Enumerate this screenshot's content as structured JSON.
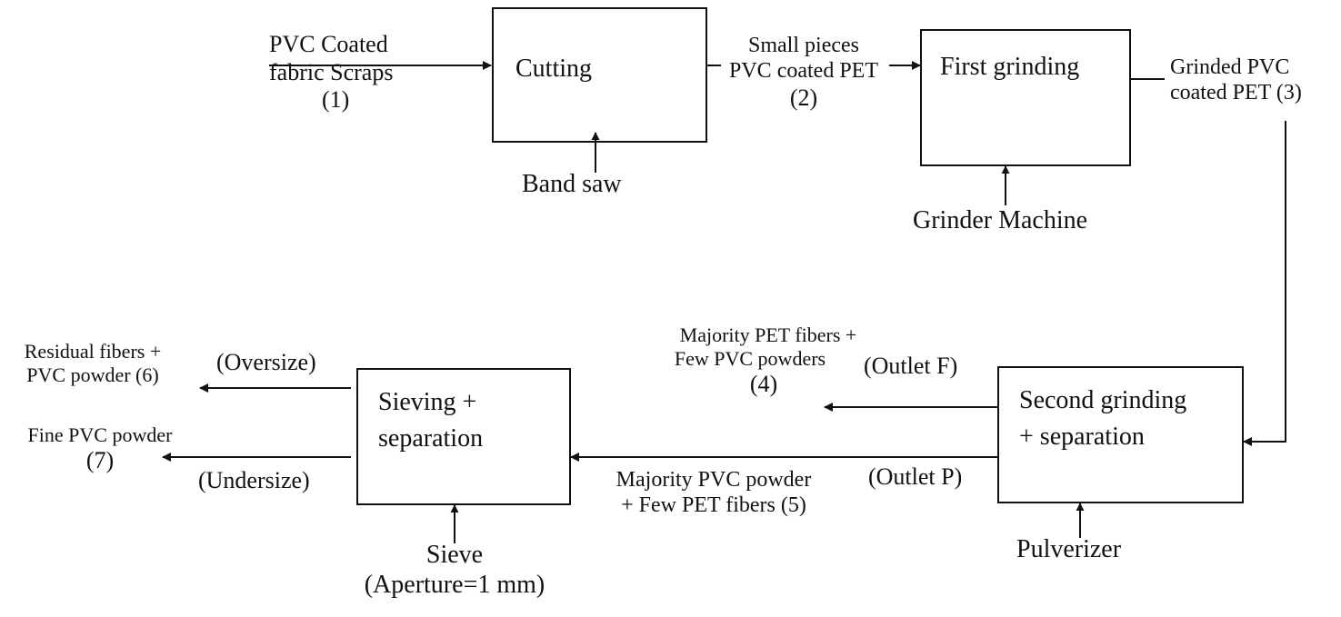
{
  "process": {
    "cutting": "Cutting",
    "first_grinding": "First grinding",
    "second_grinding": [
      "Second grinding",
      "+ separation"
    ],
    "sieving": [
      "Sieving +",
      "separation"
    ]
  },
  "equipment": {
    "band_saw": "Band saw",
    "grinder": "Grinder Machine",
    "pulverizer": "Pulverizer",
    "sieve": [
      "Sieve",
      "(Aperture=1 mm)"
    ]
  },
  "streams": {
    "s1": [
      "PVC Coated",
      "fabric Scraps",
      "(1)"
    ],
    "s2": [
      "Small pieces",
      "PVC coated PET",
      "(2)"
    ],
    "s3": [
      "Grinded PVC",
      "coated PET (3)"
    ],
    "s4": [
      "Majority PET fibers +",
      "Few PVC powders",
      "(4)"
    ],
    "s5": [
      "Majority PVC powder",
      "+ Few PET fibers (5)"
    ],
    "s6": [
      "Residual fibers +",
      "PVC powder (6)"
    ],
    "s7": [
      "Fine PVC powder",
      "(7)"
    ]
  },
  "outlets": {
    "f": "(Outlet F)",
    "p": "(Outlet P)",
    "oversize": "(Oversize)",
    "undersize": "(Undersize)"
  }
}
